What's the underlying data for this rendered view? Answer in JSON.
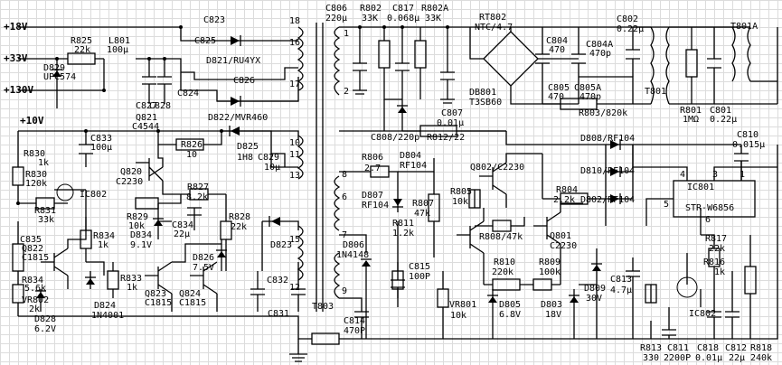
{
  "rails": {
    "v18": "+18V",
    "v33": "+33V",
    "v130": "+130V",
    "v10": "+10V"
  },
  "labels": {
    "R825": "R825",
    "R825v": "22k",
    "L801": "L801",
    "L801v": "100μ",
    "D829": "D829",
    "D829v": "UPC574",
    "C827": "C827",
    "C828": "C828",
    "C824": "C824",
    "C823": "C823",
    "C825": "C825",
    "D821": "D821/RU4YX",
    "C826": "C826",
    "D822": "D822/MVR460",
    "D825": "D825",
    "D825v": "1H8",
    "C829": "C829",
    "C829v": "10μ",
    "C833": "C833",
    "C833v": "100μ",
    "Q821": "Q821",
    "Q821v": "C4544",
    "R826": "R826",
    "R826v": "10",
    "Q820": "Q820",
    "Q820v": "C2230",
    "R830a": "R830",
    "R830av": "1k",
    "R830b": "R830",
    "R830bv": "120k",
    "IC802a": "IC802",
    "R831": "R831",
    "R831v": "33k",
    "C835": "C835",
    "Q822": "Q822",
    "Q822v": "C1815",
    "R834a": "R834",
    "R834av": "1k",
    "R829": "R829",
    "R829v": "10k",
    "R827": "R827",
    "R827v": "8.2k",
    "D834": "D834",
    "D834v": "9.1V",
    "C834": "C834",
    "C834v": "22μ",
    "R828": "R828",
    "R828v": "22k",
    "D826": "D826",
    "D826v": "7.5V",
    "D823": "D823",
    "R834b": "R834",
    "R834bv": "5.6k",
    "VR802": "VR802",
    "VR802v": "2k",
    "D828": "D828",
    "D828v": "6.2V",
    "D824": "D824",
    "D824v": "1N4001",
    "R833": "R833",
    "R833v": "1k",
    "Q823": "Q823",
    "Q823v": "C1815",
    "Q824": "Q824",
    "Q824v": "C1815",
    "C832": "C832",
    "C831": "C831",
    "T803": "T803",
    "pins": [
      "18",
      "16",
      "17",
      "10",
      "11",
      "13",
      "15",
      "12",
      "1",
      "2",
      "8",
      "6",
      "7",
      "9"
    ],
    "C806": "C806",
    "C806v": "220μ",
    "R802": "R802",
    "R802v": "33K",
    "C817": "C817",
    "C817v": "0.068μ",
    "R802A": "R802A",
    "R802Av": "33K",
    "RT802": "RT802",
    "RT802v": "NTC/4.7",
    "C807": "C807",
    "C807v": "0.01μ",
    "C808": "C808/220p",
    "R812": "R812/22",
    "C804": "C804",
    "C804v": "470",
    "C805": "C805",
    "C805v": "470",
    "DB801": "DB801",
    "DB801v": "T3SB60",
    "C804A": "C804A",
    "C804Av": "470p",
    "C805A": "C805A",
    "C805Av": "470p",
    "C802": "C802",
    "C802v": "0.22μ",
    "T801A": "T801A",
    "T801": "T801",
    "R803": "R803/820k",
    "R801": "R801",
    "R801v": "1MΩ",
    "C801": "C801",
    "C801v": "0.22μ",
    "C810": "C810",
    "C810v": "0.015μ",
    "R806": "R806",
    "R806v": "2.7",
    "D804": "D804",
    "D804v": "RF104",
    "Q802": "Q802/C2230",
    "D808": "D808/RF104",
    "D810": "D810/RF104",
    "D802": "D802/RF104",
    "D807": "D807",
    "D807v": "RF104",
    "R807": "R807",
    "R807v": "47k",
    "R805": "R805",
    "R805v": "10k",
    "R804": "R804",
    "R804v": "2.2k",
    "R811": "R811",
    "R811v": "1.2k",
    "R808": "R808/47k",
    "Q801": "Q801",
    "Q801v": "C2230",
    "IC801": "IC801",
    "IC801v": "STR-W6856",
    "icpins": [
      "4",
      "3",
      "1",
      "5",
      "6"
    ],
    "D806": "D806",
    "D806v": "1N4148",
    "C815": "C815",
    "C815v": "100P",
    "R810": "R810",
    "R810v": "220k",
    "R809": "R809",
    "R809v": "100k",
    "D809": "D809",
    "D809v": "30V",
    "C813": "C813",
    "C813v": "4.7μ",
    "R817": "R817",
    "R817v": "22k",
    "R816": "R816",
    "R816v": "1k",
    "IC802b": "IC802",
    "VR801": "VR801",
    "VR801v": "10k",
    "D805": "D805",
    "D805v": "6.8V",
    "D803": "D803",
    "D803v": "18V",
    "C814": "C814",
    "C814v": "470P",
    "R813": "R813",
    "R813v": "330",
    "C811": "C811",
    "C811v": "2200P",
    "C818": "C818",
    "C818v": "0.01μ",
    "C812": "C812",
    "C812v": "22μ",
    "R818": "R818",
    "R818v": "240k"
  }
}
